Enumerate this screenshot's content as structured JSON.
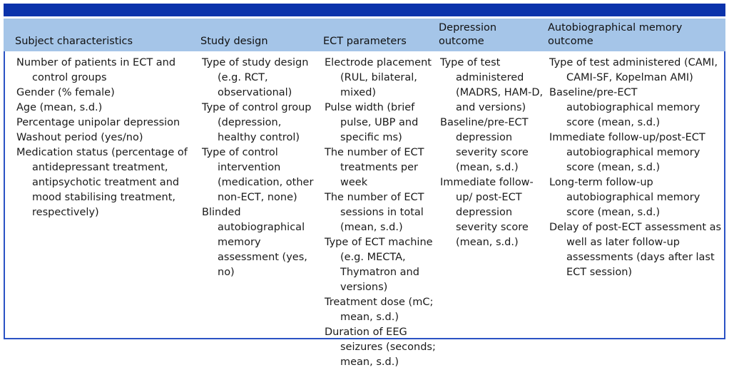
{
  "figure": {
    "kind": "data-extraction-table",
    "colors": {
      "top_rule": "#0b33ab",
      "header_band": "#a5c5e8",
      "frame_border": "#2a52c4",
      "page_background": "#ffffff",
      "text": "#1a1a1a"
    }
  },
  "columns": [
    {
      "id": "subject-characteristics",
      "header": "Subject characteristics",
      "items": [
        "Number of patients in ECT and control groups",
        "Gender (% female)",
        "Age (mean, s.d.)",
        "Percentage unipolar depression",
        "Washout period (yes/no)",
        "Medication status (percentage of antidepressant treatment, antipsychotic treatment and mood stabilising treatment, respectively)"
      ]
    },
    {
      "id": "study-design",
      "header": "Study design",
      "items": [
        "Type of study design (e.g. RCT, observational)",
        "Type of control group (depression, healthy control)",
        "Type of control intervention (medication, other non-ECT, none)",
        "Blinded autobiographical memory assessment (yes, no)"
      ]
    },
    {
      "id": "ect-parameters",
      "header": "ECT parameters",
      "items": [
        "Electrode placement (RUL, bilateral, mixed)",
        "Pulse width (brief pulse, UBP and specific ms)",
        "The number of ECT treatments per week",
        "The number of ECT sessions in total (mean, s.d.)",
        "Type of ECT machine (e.g. MECTA, Thymatron and versions)",
        "Treatment dose (mC; mean, s.d.)",
        "Duration of EEG seizures (seconds; mean, s.d.)"
      ]
    },
    {
      "id": "depression-outcome",
      "header": "Depression\noutcome",
      "items": [
        "Type of test administered (MADRS, HAM-D, and versions)",
        "Baseline/pre-ECT depression severity score (mean, s.d.)",
        "Immediate follow-up/ post-ECT depression severity score (mean, s.d.)"
      ]
    },
    {
      "id": "autobiographical-memory-outcome",
      "header": "Autobiographical memory\noutcome",
      "items": [
        "Type of test administered (CAMI, CAMI-SF, Kopelman AMI)",
        "Baseline/pre-ECT autobiographical memory score (mean, s.d.)",
        "Immediate follow-up/post-ECT autobiographical memory score (mean, s.d.)",
        "Long-term follow-up autobiographical memory score (mean, s.d.)",
        "Delay of post-ECT assessment as well as later follow-up assessments (days after last ECT session)"
      ]
    }
  ]
}
